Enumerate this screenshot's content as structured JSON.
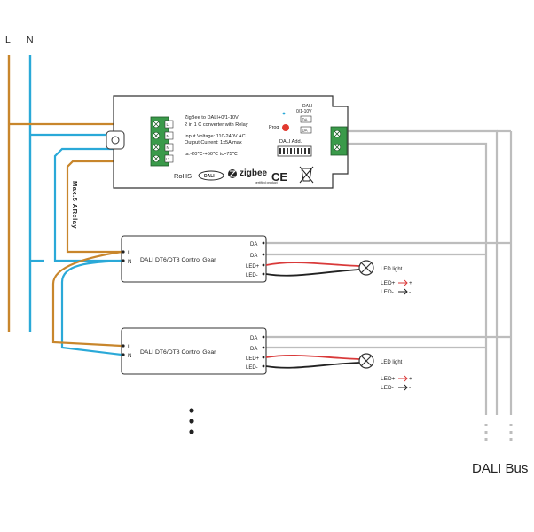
{
  "labels": {
    "L": "L",
    "N": "N",
    "dali_bus": "DALI Bus",
    "max_relay": "Max.5 ARelay"
  },
  "controller": {
    "line1": "ZigBee to DALI+0/1-10V",
    "line2": "2 in 1 C converter with Relay",
    "line3": "Input Voltage: 110-240V AC",
    "line4": "Output Current: 1x5A max",
    "line5": "ta:-20℃-+50℃    tc=75℃",
    "prog": "Prog",
    "dali_010": "DALI",
    "dali_010b": "0/1-10V",
    "dali_add": "DALI Add.",
    "rohs": "RoHS",
    "dali_logo": "DALI",
    "zigbee": "zigbee",
    "zigbee_sub": "certified product",
    "ce": "CE",
    "terminals": [
      "L",
      "N",
      "N",
      "L1"
    ],
    "dali_terms": [
      "DA",
      "DA"
    ]
  },
  "gear": [
    {
      "title": "DALI DT6/DT8 Control Gear",
      "L": "L",
      "N": "N",
      "DA1": "DA",
      "DA2": "DA",
      "LEDp": "LED+",
      "LEDm": "LED-",
      "light": "LED light",
      "legend_plus": "LED+ ",
      "legend_minus": "LED- "
    },
    {
      "title": "DALI DT6/DT8 Control Gear",
      "L": "L",
      "N": "N",
      "DA1": "DA",
      "DA2": "DA",
      "LEDp": "LED+",
      "LEDm": "LED-",
      "light": "LED light",
      "legend_plus": "LED+ ",
      "legend_minus": "LED- "
    }
  ],
  "colors": {
    "live": "#c8862c",
    "neutral": "#2aa9d8",
    "dali": "#bdbdbd",
    "led_plus": "#d93a3a",
    "led_minus": "#222222",
    "terminal": "#3a9a4a"
  }
}
